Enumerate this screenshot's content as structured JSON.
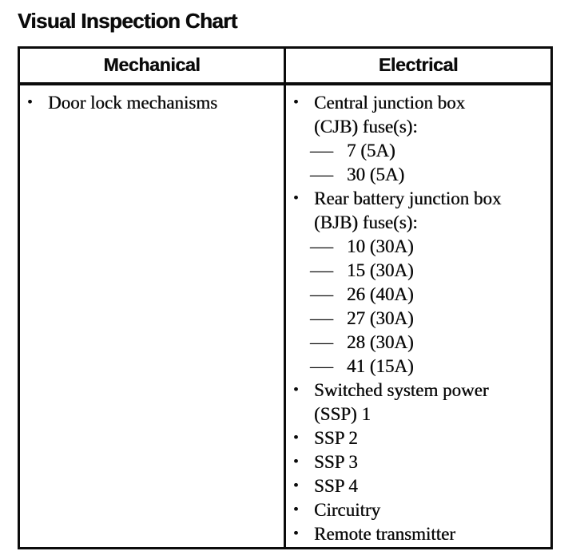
{
  "title": "Visual Inspection Chart",
  "table": {
    "markers": {
      "bullet": "•",
      "dash": "—"
    },
    "columns": [
      {
        "header": "Mechanical",
        "items": [
          {
            "style": "bullet",
            "lines": [
              "Door lock mechanisms"
            ]
          }
        ]
      },
      {
        "header": "Electrical",
        "items": [
          {
            "style": "bullet",
            "lines": [
              "Central junction box",
              "(CJB) fuse(s):"
            ]
          },
          {
            "style": "dash",
            "lines": [
              "7 (5A)"
            ]
          },
          {
            "style": "dash",
            "lines": [
              "30 (5A)"
            ]
          },
          {
            "style": "bullet",
            "lines": [
              "Rear battery junction box",
              "(BJB) fuse(s):"
            ]
          },
          {
            "style": "dash",
            "lines": [
              "10 (30A)"
            ]
          },
          {
            "style": "dash",
            "lines": [
              "15 (30A)"
            ]
          },
          {
            "style": "dash",
            "lines": [
              "26 (40A)"
            ]
          },
          {
            "style": "dash",
            "lines": [
              "27 (30A)"
            ]
          },
          {
            "style": "dash",
            "lines": [
              "28 (30A)"
            ]
          },
          {
            "style": "dash",
            "lines": [
              "41 (15A)"
            ]
          },
          {
            "style": "bullet",
            "lines": [
              "Switched system power",
              "(SSP) 1"
            ]
          },
          {
            "style": "bullet",
            "lines": [
              "SSP 2"
            ]
          },
          {
            "style": "bullet",
            "lines": [
              "SSP 3"
            ]
          },
          {
            "style": "bullet",
            "lines": [
              "SSP 4"
            ]
          },
          {
            "style": "bullet",
            "lines": [
              "Circuitry"
            ]
          },
          {
            "style": "bullet",
            "lines": [
              "Remote transmitter"
            ]
          }
        ]
      }
    ]
  }
}
